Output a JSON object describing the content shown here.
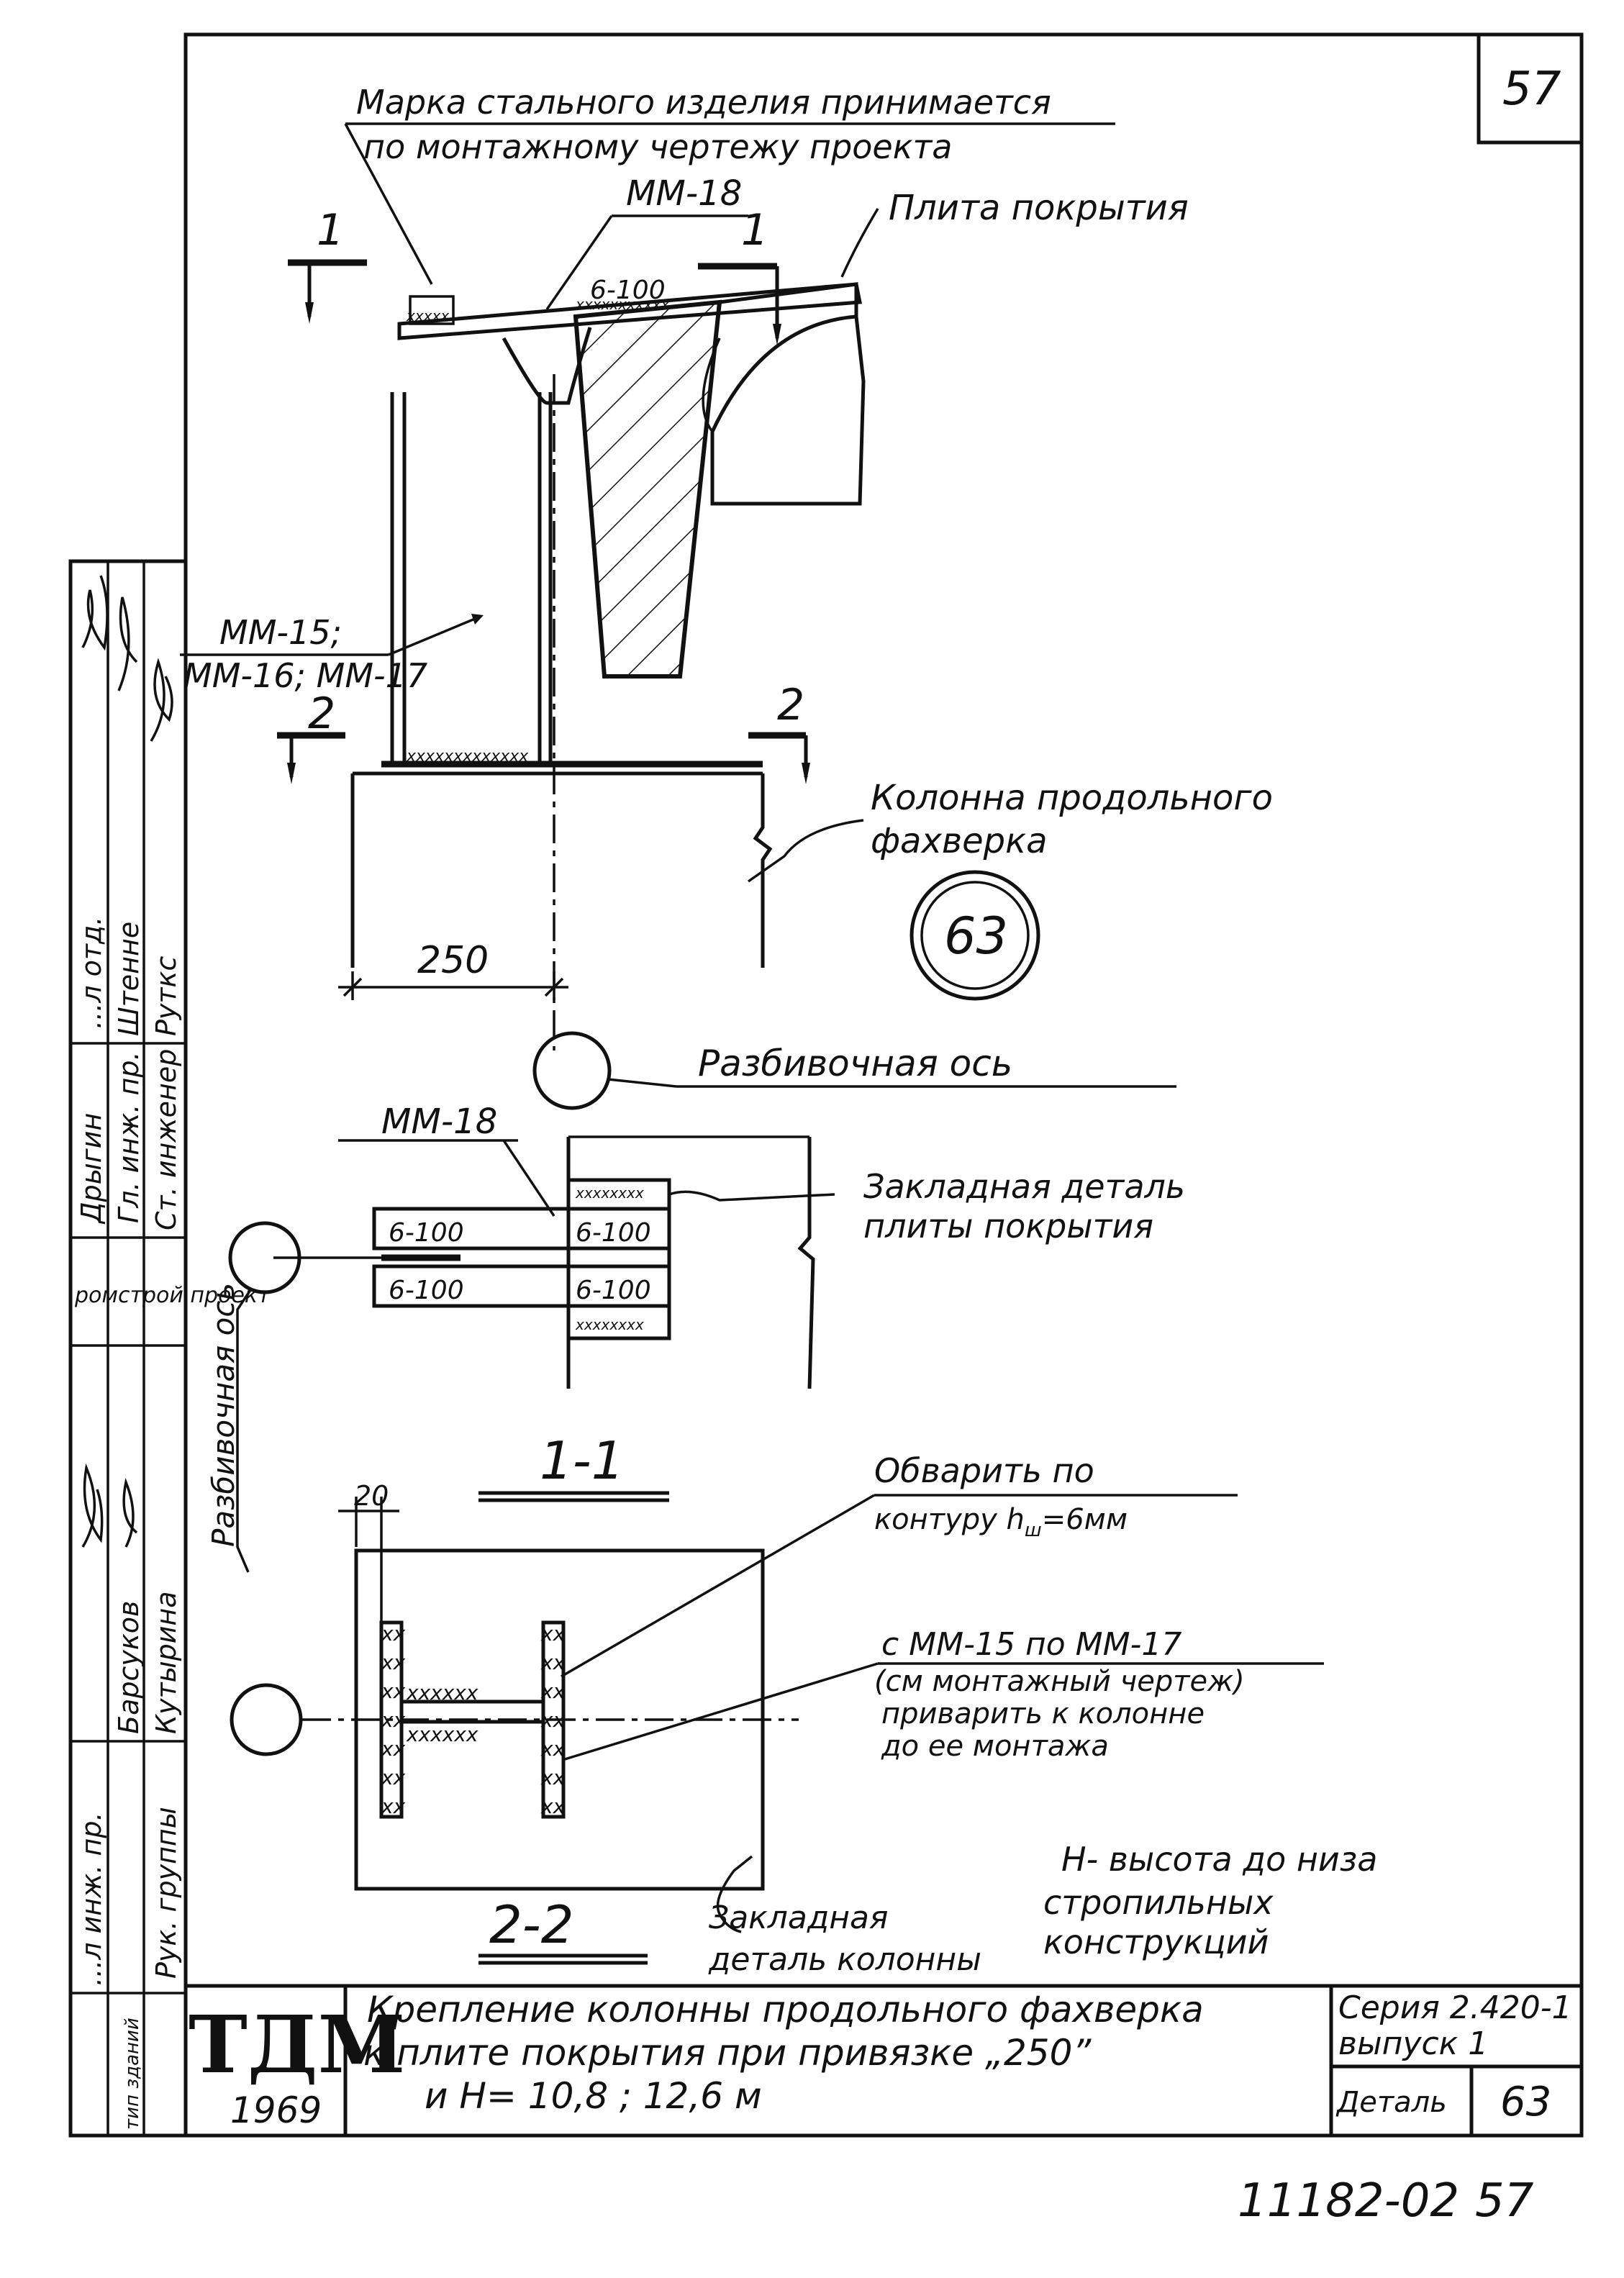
{
  "sheet": {
    "page_number": "57",
    "doc_number": "11182-02",
    "doc_page": "57"
  },
  "top_section": {
    "note_line1": "Марка стального изделия принимается",
    "note_line2": "по монтажному чертежу проекта",
    "label_mm18": "ММ-18",
    "label_slab": "Плита покрытия",
    "weld_top": "6-100",
    "label_mm15": "ММ-15;",
    "label_mm16_17": "ММ-16; ММ-17",
    "label_column_1": "Колонна продольного",
    "label_column_2": "фахверка",
    "dim_250": "250",
    "detail_no": "63",
    "axis_label": "Разбивочная ось",
    "sec1_left": "1",
    "sec1_right": "1",
    "sec2_left": "2",
    "sec2_right": "2"
  },
  "section_1_1": {
    "label_mm18": "ММ-18",
    "weld_1": "6-100",
    "weld_2": "6-100",
    "weld_3": "6-100",
    "weld_4": "6-100",
    "embed_1": "Закладная деталь",
    "embed_2": "плиты покрытия",
    "title": "1-1",
    "axis_label": "Разбивочная ось"
  },
  "section_2_2": {
    "dim_20": "20",
    "weld_note_1": "Обварить по",
    "weld_note_2": "контуру h",
    "weld_note_sub": "ш",
    "weld_note_3": "=6мм",
    "mm_note_1": "с ММ-15 по ММ-17",
    "mm_note_2": "(см монтажный чертеж)",
    "mm_note_3": "приварить к колонне",
    "mm_note_4": "до ее монтажа",
    "embed_1": "Закладная",
    "embed_2": "деталь колонны",
    "title": "2-2",
    "h_note_1": "Н- высота до низа",
    "h_note_2": "стропильных",
    "h_note_3": "конструкций"
  },
  "side_stamp": {
    "rows": [
      {
        "role": "...л отд.",
        "name": "Дрыгин"
      },
      {
        "role": "Гл. инж. пр.",
        "name": "Штенне"
      },
      {
        "role": "Ст. инженер",
        "name": "Руткс"
      },
      {
        "role": "ромстрой проект",
        "name": ""
      },
      {
        "role": "...л инж. пр.",
        "name": "Барсуков"
      },
      {
        "role": "Рук. группы",
        "name": "Кутырина"
      },
      {
        "role": "тип зданий",
        "name": ""
      }
    ]
  },
  "title_block": {
    "logo": "ТДМ",
    "year": "1969",
    "title_line1": "Крепление колонны продольного фахверка",
    "title_line2": "к плите покрытия при привязке „250”",
    "title_line3": "и Н= 10,8 ; 12,6 м",
    "series_1": "Серия 2.420-1",
    "series_2": "выпуск 1",
    "detail_label": "Деталь",
    "detail_value": "63"
  }
}
